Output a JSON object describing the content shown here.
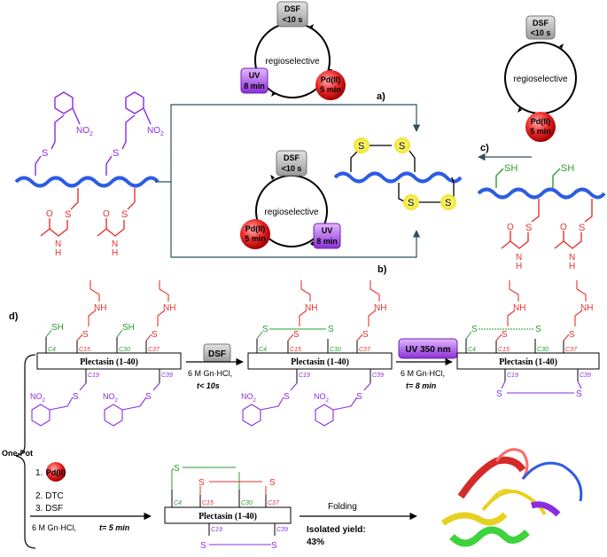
{
  "colors": {
    "red": "#e8312e",
    "purple": "#8a2be2",
    "blue": "#2d5be3",
    "green": "#2a9d2a",
    "dark": "#2f4f5f",
    "black": "#000000",
    "grey": "#a0a0a0"
  },
  "top": {
    "panel_labels": {
      "a": "a)",
      "b": "b)",
      "c": "c)",
      "d": "d)"
    },
    "cycle_text": "regioselective",
    "dsf_line1": "DSF",
    "dsf_line2": "<10 s",
    "uv_line1": "UV",
    "uv_line2": "8 min",
    "pd_line1": "Pd(II)",
    "pd_line2": "5 min",
    "s": "S",
    "sh": "SH",
    "no2": "NO",
    "no2_sub": "2",
    "n": "N",
    "h": "H",
    "o": "O"
  },
  "scheme_d": {
    "peptide": "Plectasin (1-40)",
    "c4": "C4",
    "c15": "C15",
    "c30": "C30",
    "c37": "C37",
    "c19": "C19",
    "c39": "C39",
    "sh": "SH",
    "s": "S",
    "nh": "NH",
    "no2": "NO",
    "no2_sub": "2",
    "step1_box": "DSF",
    "step1_cond": "6 M Gn·HCl,",
    "step1_time": "t< 10s",
    "step2_box": "UV 350 nm",
    "step2_cond": "6 M Gn·HCl,",
    "step2_time": "t= 8 min",
    "step3_pd": "Pd(II)",
    "step3_n1": "1.",
    "step3_n2": "2. DTC",
    "step3_n3": "3. DSF",
    "step3_cond": "6 M Gn·HCl,",
    "step3_time": "t= 5 min",
    "one_pot": "One-Pot",
    "folding": "Folding",
    "yield_label": "Isolated yield:",
    "yield_value": "43%"
  }
}
